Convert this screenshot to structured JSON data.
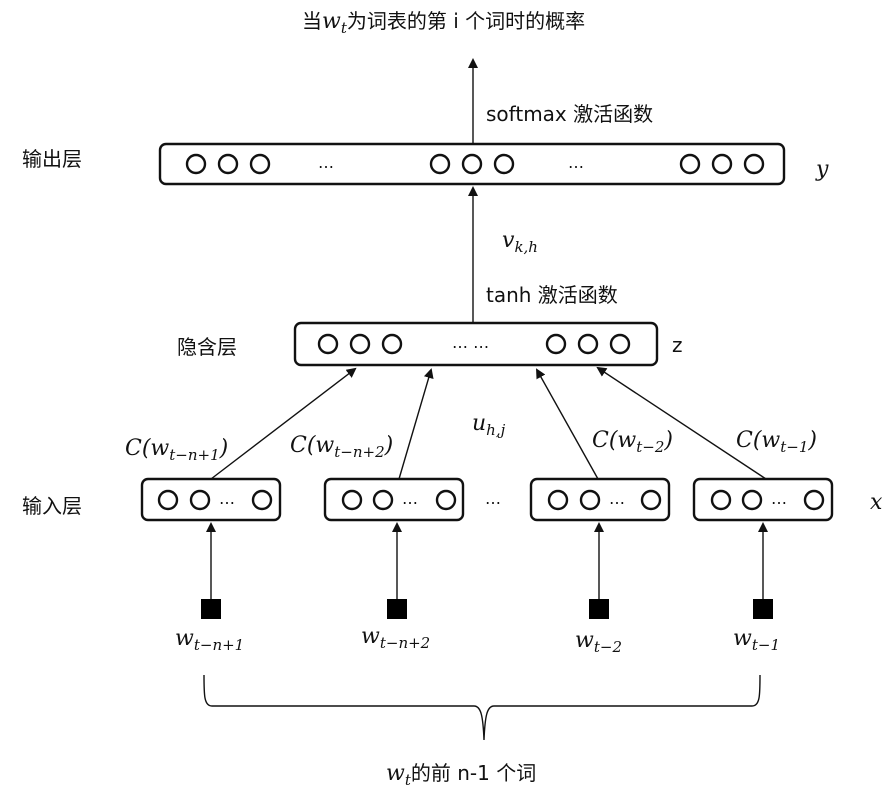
{
  "title": {
    "prefix": "当",
    "var": "w",
    "var_sub": "t",
    "suffix": "为词表的第 i 个词时的概率"
  },
  "layers": {
    "output": {
      "label": "输出层",
      "symbol": "y",
      "activation": "softmax 激活函数"
    },
    "hidden": {
      "label": "隐含层",
      "symbol": "z",
      "activation": "tanh 激活函数"
    },
    "input": {
      "label": "输入层",
      "symbol": "x"
    }
  },
  "weights": {
    "hidden_to_output": {
      "var": "v",
      "sub": "k,h"
    },
    "input_to_hidden": {
      "var": "u",
      "sub": "h,j"
    }
  },
  "ellipsis": "…",
  "hidden_ellipsis": "… …",
  "embeddings": [
    {
      "prefix": "C(",
      "var": "w",
      "sub": "t−n+1",
      "suffix": ")"
    },
    {
      "prefix": "C(",
      "var": "w",
      "sub": "t−n+2",
      "suffix": ")"
    },
    {
      "prefix": "C(",
      "var": "w",
      "sub": "t−2",
      "suffix": ")"
    },
    {
      "prefix": "C(",
      "var": "w",
      "sub": "t−1",
      "suffix": ")"
    }
  ],
  "words": [
    {
      "var": "w",
      "sub": "t−n+1"
    },
    {
      "var": "w",
      "sub": "t−n+2"
    },
    {
      "var": "w",
      "sub": "t−2"
    },
    {
      "var": "w",
      "sub": "t−1"
    }
  ],
  "brace_label": {
    "var": "w",
    "sub": "t",
    "suffix": "的前 n-1 个词"
  }
}
